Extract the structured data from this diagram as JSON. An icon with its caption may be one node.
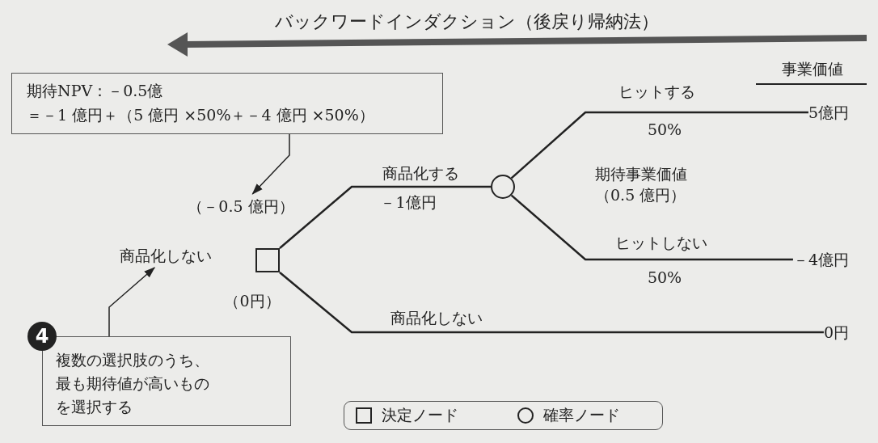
{
  "diagram": {
    "title": "バックワードインダクション（後戻り帰納法）",
    "nodes": [
      {
        "text": [
          "期待NPV：－0.5億",
          "＝－1 億円＋（5 億円 ×50%＋－4 億円 ×50%）"
        ]
      },
      {
        "text": [
          "（－0.5 億円）"
        ]
      },
      {
        "text": [],
        "shape": "box"
      },
      {
        "text": [],
        "shape": "circle"
      },
      {
        "text": [
          "商品化しない"
        ]
      },
      {
        "text": [
          "複数の選択肢のうち、最も期待値が高いものを選択する"
        ]
      },
      {
        "text": [
          "5億円"
        ]
      },
      {
        "text": [
          "－4億円"
        ]
      },
      {
        "text": [
          "0円"
        ]
      }
    ],
    "edges": [
      {
        "from": 0,
        "to": 1,
        "arrow": "to"
      },
      {
        "from": 5,
        "to": 4,
        "arrow": "to"
      },
      {
        "from": 2,
        "to": 3,
        "arrow": "none",
        "label": "商品化する"
      },
      {
        "from": 3,
        "to": 6,
        "arrow": "none",
        "label": "ヒットする"
      },
      {
        "from": 3,
        "to": 7,
        "arrow": "none",
        "label": "ヒットしない"
      },
      {
        "from": 2,
        "to": 8,
        "arrow": "none",
        "label": "商品化しない"
      }
    ],
    "labels": [
      "事業価値",
      "50%",
      "期待事業価値（0.5 億円）",
      "－1億円",
      "（0円）",
      "50%",
      "4"
    ],
    "legend": [
      {
        "text": "決定ノード"
      },
      {
        "text": "確率ノード"
      }
    ]
  }
}
